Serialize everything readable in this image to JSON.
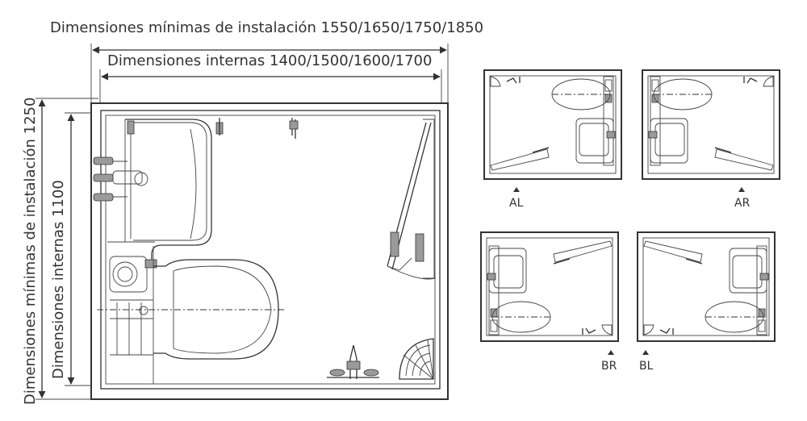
{
  "dimensions": {
    "installation_width": "Dimensiones mínimas de instalación 1550/1650/1750/1850",
    "internal_width": "Dimensiones internas 1400/1500/1600/1700",
    "installation_depth": "Dimensiones mínimas de instalación 1250",
    "internal_depth": "Dimensiones internas 1100"
  },
  "variants": [
    "AL",
    "AR",
    "BR",
    "BL"
  ]
}
